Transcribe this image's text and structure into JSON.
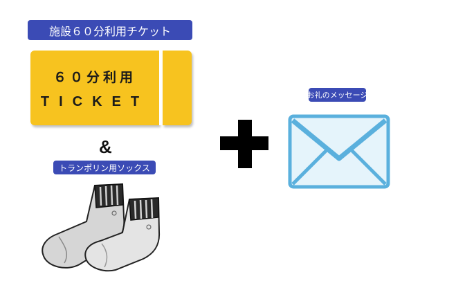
{
  "facility_label": "施設６０分利用チケット",
  "ticket": {
    "line1": "６０分利用",
    "line2": "TICKET"
  },
  "ampersand": "&",
  "socks_label": "トランポリン用ソックス",
  "message_label": "お礼のメッセージ",
  "colors": {
    "label_bg": "#3b4bb5",
    "ticket_yellow": "#f7c31f",
    "envelope_blue": "#5ab0dd",
    "envelope_light": "#e5f4fb"
  },
  "icons": [
    "ticket-icon",
    "socks-icon",
    "plus-icon",
    "envelope-icon"
  ]
}
